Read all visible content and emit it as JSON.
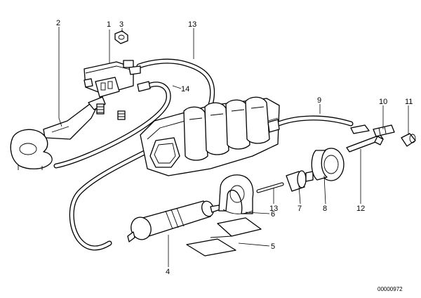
{
  "callouts": {
    "c1": "1",
    "c2": "2",
    "c3": "3",
    "c4": "4",
    "c5": "5",
    "c6": "6",
    "c7": "7",
    "c8": "8",
    "c9": "9",
    "c10": "10",
    "c11": "11",
    "c12": "12",
    "c13": "13",
    "c13b": "13",
    "c14": "14"
  },
  "reference_number": "00000972"
}
